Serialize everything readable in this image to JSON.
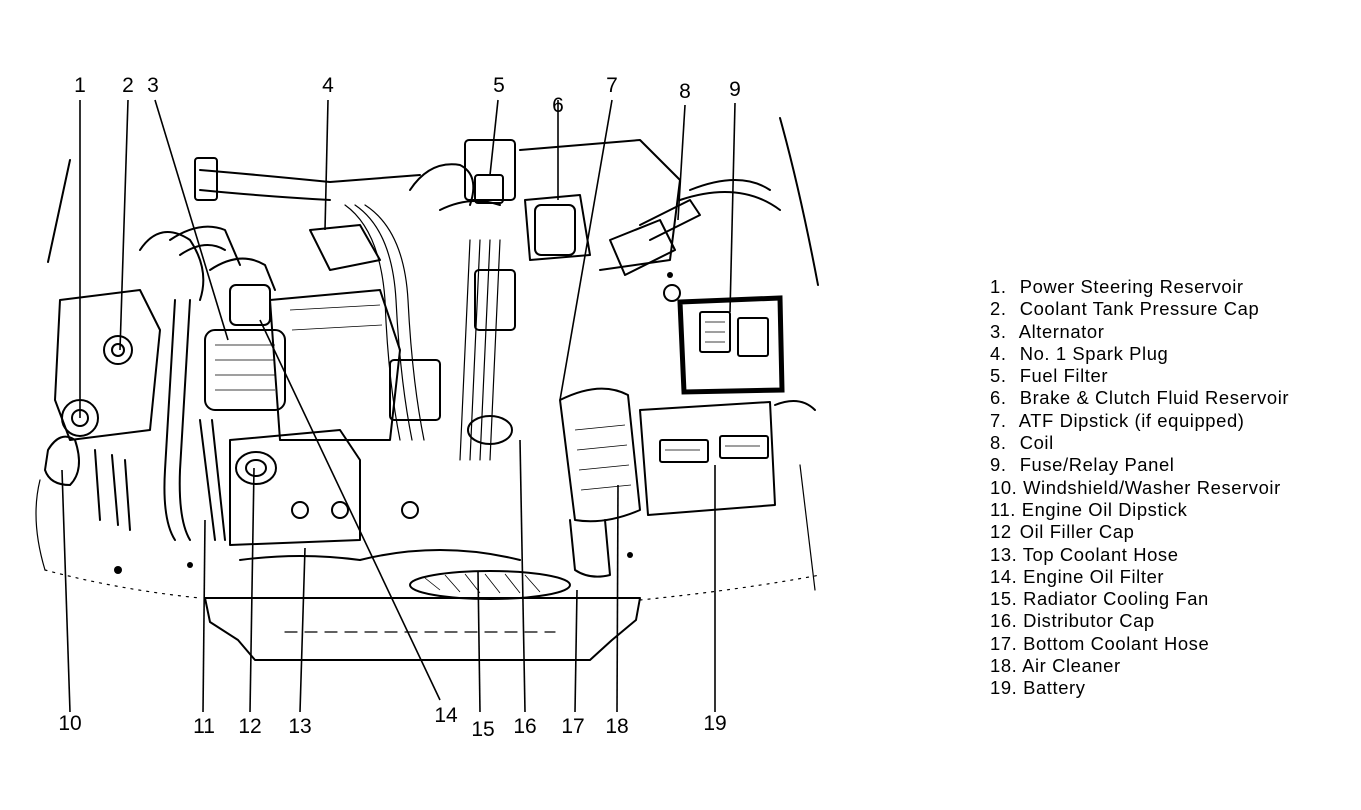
{
  "callouts": [
    {
      "n": "1"
    },
    {
      "n": "2"
    },
    {
      "n": "3"
    },
    {
      "n": "4"
    },
    {
      "n": "5"
    },
    {
      "n": "6"
    },
    {
      "n": "7"
    },
    {
      "n": "8"
    },
    {
      "n": "9"
    },
    {
      "n": "10"
    },
    {
      "n": "11"
    },
    {
      "n": "12"
    },
    {
      "n": "13"
    },
    {
      "n": "14"
    },
    {
      "n": "15"
    },
    {
      "n": "16"
    },
    {
      "n": "17"
    },
    {
      "n": "18"
    },
    {
      "n": "19"
    }
  ],
  "legend": [
    {
      "num": "1.",
      "text": "Power Steering Reservoir"
    },
    {
      "num": "2.",
      "text": "Coolant Tank Pressure Cap"
    },
    {
      "num": "3.",
      "text": "Alternator"
    },
    {
      "num": "4.",
      "text": "No. 1 Spark Plug"
    },
    {
      "num": "5.",
      "text": "Fuel Filter"
    },
    {
      "num": "6.",
      "text": "Brake & Clutch Fluid Reservoir"
    },
    {
      "num": "7.",
      "text": "ATF Dipstick (if equipped)"
    },
    {
      "num": "8.",
      "text": "Coil"
    },
    {
      "num": "9.",
      "text": "Fuse/Relay Panel"
    },
    {
      "num": "10.",
      "text": "Windshield/Washer Reservoir"
    },
    {
      "num": "11.",
      "text": "Engine Oil Dipstick"
    },
    {
      "num": "12",
      "text": "Oil Filler Cap"
    },
    {
      "num": "13.",
      "text": "Top Coolant Hose"
    },
    {
      "num": "14.",
      "text": "Engine Oil Filter"
    },
    {
      "num": "15.",
      "text": "Radiator Cooling Fan"
    },
    {
      "num": "16.",
      "text": "Distributor Cap"
    },
    {
      "num": "17.",
      "text": "Bottom Coolant Hose"
    },
    {
      "num": "18.",
      "text": "Air Cleaner"
    },
    {
      "num": "19.",
      "text": "Battery"
    }
  ]
}
